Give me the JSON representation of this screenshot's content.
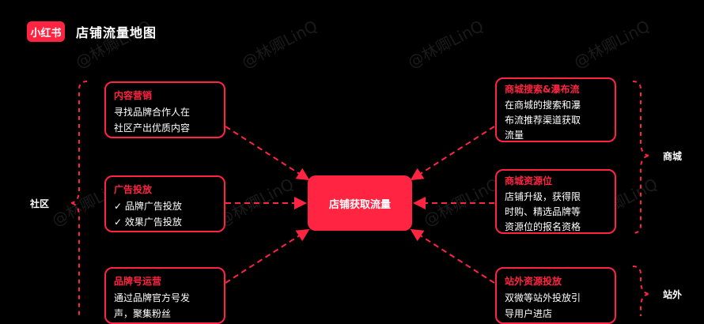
{
  "header": {
    "logo": "小红书",
    "title": "店铺流量地图"
  },
  "center": {
    "label": "店铺获取流量"
  },
  "groups": {
    "left": "社区",
    "right_top": "商城",
    "right_bottom": "站外"
  },
  "boxes": {
    "content": {
      "title": "内容营销",
      "lines": [
        "寻找品牌合作人在",
        "社区产出优质内容"
      ]
    },
    "ads": {
      "title": "广告投放",
      "lines": [
        "✓ 品牌广告投放",
        "✓ 效果广告投放"
      ]
    },
    "brand": {
      "title": "品牌号运营",
      "lines": [
        "通过品牌官方号发",
        "声，聚集粉丝"
      ]
    },
    "search": {
      "title": "商城搜索&瀑布流",
      "lines": [
        "在商城的搜索和瀑",
        "布流推荐渠道获取",
        "流量"
      ]
    },
    "resource": {
      "title": "商城资源位",
      "lines": [
        "店铺升级，获得限",
        "时购、精选品牌等",
        "资源位的报名资格"
      ]
    },
    "offsite": {
      "title": "站外资源投放",
      "lines": [
        "双微等站外投放引",
        "导用户进店"
      ]
    }
  },
  "watermark": "@林卿LinQ",
  "colors": {
    "accent": "#ff2442",
    "background": "#000000",
    "text": "#ffffff"
  }
}
